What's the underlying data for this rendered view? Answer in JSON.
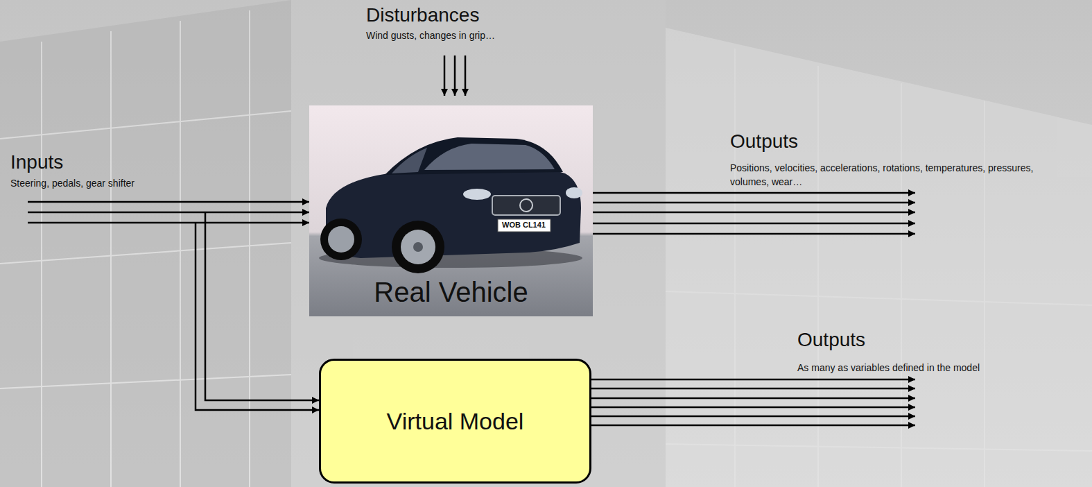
{
  "diagram": {
    "nodes": [
      {
        "text": [
          "Real Vehicle"
        ]
      },
      {
        "text": [
          "Virtual Model"
        ]
      }
    ],
    "labels": [
      "Disturbances",
      "Wind gusts, changes in grip…",
      "Inputs",
      "Steering, pedals, gear shifter",
      "Outputs",
      "Positions, velocities, accelerations, rotations, temperatures, pressures, volumes, wear…",
      "Outputs",
      "As many as variables defined in the model",
      "WOB CL141"
    ]
  }
}
